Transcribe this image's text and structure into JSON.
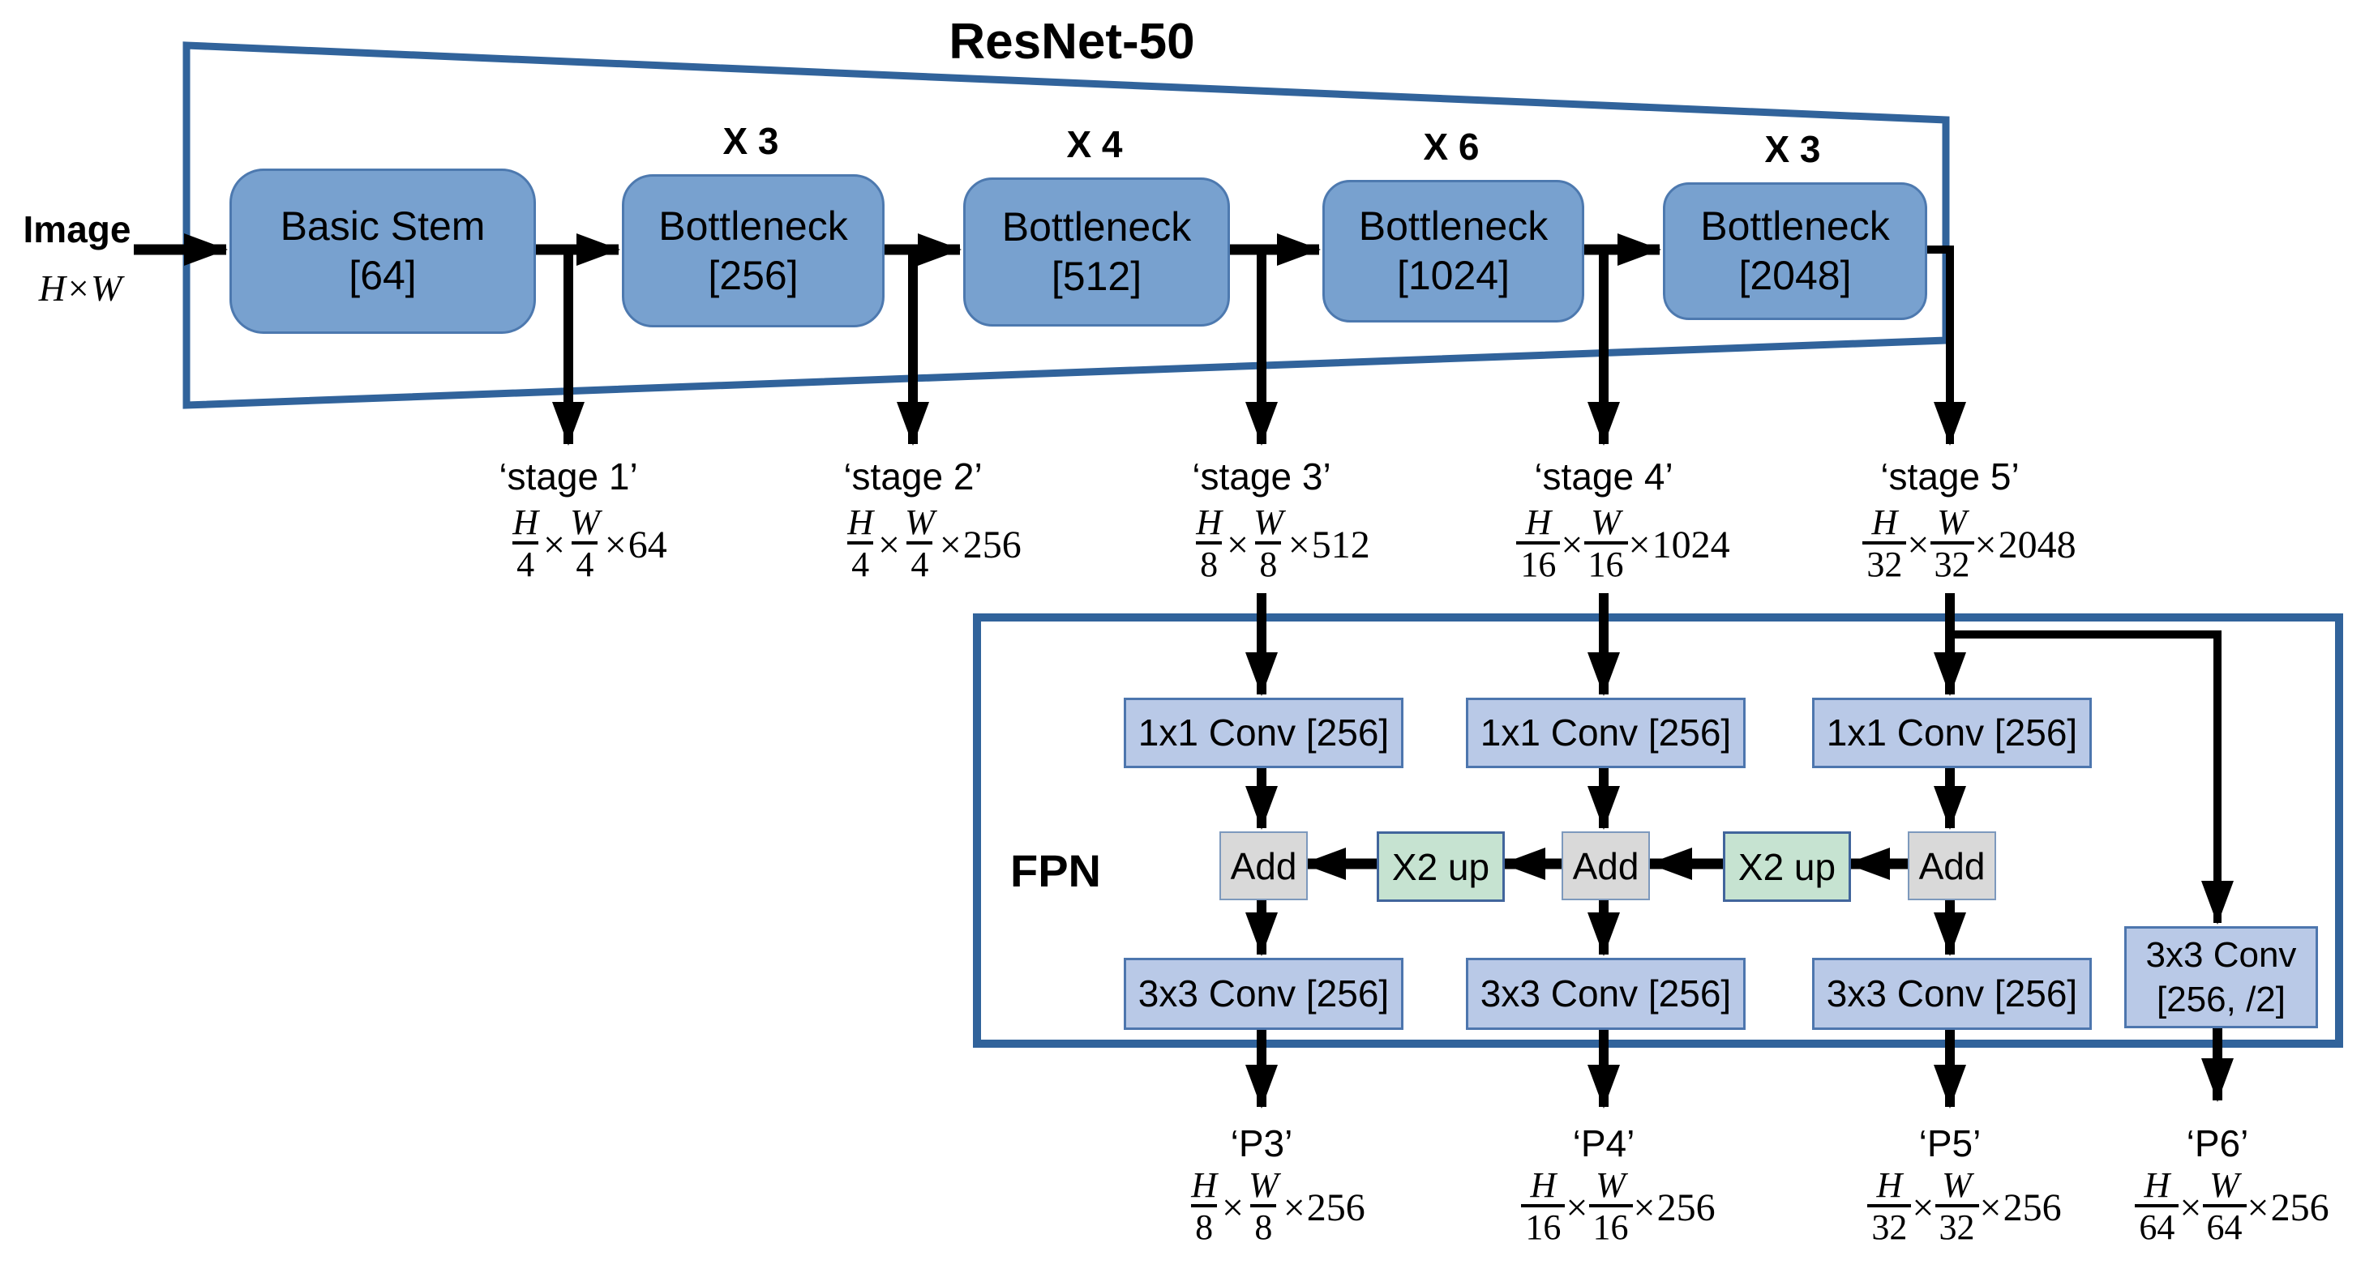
{
  "title": "ResNet-50",
  "image_input": {
    "label": "Image",
    "dims": "H×W"
  },
  "resnet": {
    "boxes": [
      {
        "repeat": "",
        "name": "Basic Stem",
        "channels": "[64]"
      },
      {
        "repeat": "X 3",
        "name": "Bottleneck",
        "channels": "[256]"
      },
      {
        "repeat": "X 4",
        "name": "Bottleneck",
        "channels": "[512]"
      },
      {
        "repeat": "X 6",
        "name": "Bottleneck",
        "channels": "[1024]"
      },
      {
        "repeat": "X 3",
        "name": "Bottleneck",
        "channels": "[2048]"
      }
    ]
  },
  "stage_outputs": [
    {
      "label": "‘stage 1’",
      "h": "H",
      "h_den": "4",
      "w": "W",
      "w_den": "4",
      "channels": "64"
    },
    {
      "label": "‘stage 2’",
      "h": "H",
      "h_den": "4",
      "w": "W",
      "w_den": "4",
      "channels": "256"
    },
    {
      "label": "‘stage 3’",
      "h": "H",
      "h_den": "8",
      "w": "W",
      "w_den": "8",
      "channels": "512"
    },
    {
      "label": "‘stage 4’",
      "h": "H",
      "h_den": "16",
      "w": "W",
      "w_den": "16",
      "channels": "1024"
    },
    {
      "label": "‘stage 5’",
      "h": "H",
      "h_den": "32",
      "w": "W",
      "w_den": "32",
      "channels": "2048"
    }
  ],
  "fpn": {
    "label": "FPN",
    "lateral_convs": [
      "1x1 Conv [256]",
      "1x1 Conv [256]",
      "1x1 Conv [256]"
    ],
    "adds": [
      "Add",
      "Add",
      "Add"
    ],
    "upsamples": [
      "X2 up",
      "X2 up"
    ],
    "output_convs": [
      "3x3 Conv [256]",
      "3x3 Conv [256]",
      "3x3 Conv [256]"
    ],
    "extra_conv": {
      "line1": "3x3 Conv",
      "line2": "[256, /2]"
    }
  },
  "pyramid_outputs": [
    {
      "label": "‘P3’",
      "h": "H",
      "h_den": "8",
      "w": "W",
      "w_den": "8",
      "channels": "256"
    },
    {
      "label": "‘P4’",
      "h": "H",
      "h_den": "16",
      "w": "W",
      "w_den": "16",
      "channels": "256"
    },
    {
      "label": "‘P5’",
      "h": "H",
      "h_den": "32",
      "w": "W",
      "w_den": "32",
      "channels": "256"
    },
    {
      "label": "‘P6’",
      "h": "H",
      "h_den": "64",
      "w": "W",
      "w_den": "64",
      "channels": "256"
    }
  ],
  "colors": {
    "outline_blue": "#31639b",
    "resnet_box_fill": "#78a1cf",
    "resnet_box_border": "#4d79af",
    "conv_fill": "#b9c9e7",
    "conv_border": "#4d76ae",
    "add_fill": "#d9d9d9",
    "add_border": "#7d99bd",
    "upsample_fill": "#c6e3d1",
    "upsample_border": "#41659c",
    "arrow": "#000000"
  }
}
